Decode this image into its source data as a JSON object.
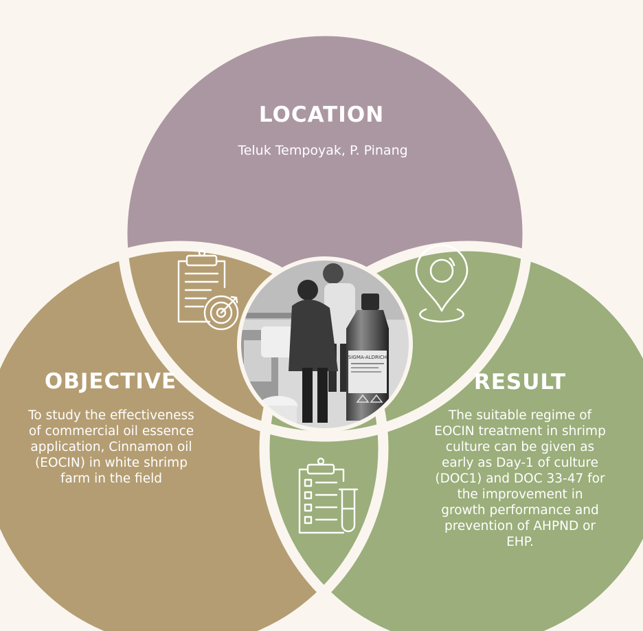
{
  "location": {
    "title": "LOCATION",
    "text": "Teluk Tempoyak, P. Pinang"
  },
  "objective": {
    "title": "OBJECTIVE",
    "text": "To study the effectiveness of commercial oil essence application, Cinnamon oil (EOCIN) in white shrimp farm in the field"
  },
  "result": {
    "title": "RESULT",
    "text": "The suitable regime of EOCIN treatment in shrimp culture can be given as early as Day-1 of culture (DOC1) and DOC 33-47 for the improvement in growth performance and prevention of AHPND or EHP."
  },
  "photo": {
    "bottle_label": "SIGMA-ALDRICH"
  },
  "icons": [
    "clipboard-target-icon",
    "location-pin-icon",
    "clipboard-test-tube-icon"
  ],
  "colors": {
    "background": "#faf6ef",
    "location": "#ab97a2",
    "objective": "#b49d72",
    "result": "#9bae7b",
    "outline": "#faf6ef",
    "text": "#ffffff"
  }
}
